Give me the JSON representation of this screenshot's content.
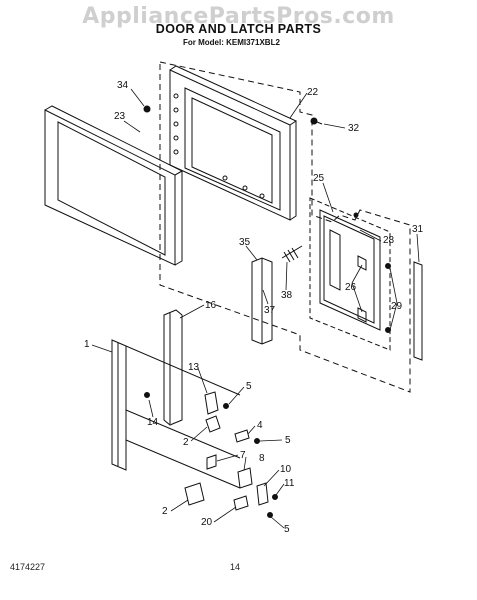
{
  "watermark": "AppliancePartsPros.com",
  "title": "DOOR AND LATCH PARTS",
  "subtitle": "For Model: KEMI371XBL2",
  "doc_number": "4174227",
  "page_number": "14",
  "callouts": {
    "c34": "34",
    "c23": "23",
    "c22": "22",
    "c32": "32",
    "c25": "25",
    "c35": "35",
    "c28": "28",
    "c31": "31",
    "c26": "26",
    "c29": "29",
    "c38": "38",
    "c37": "37",
    "c16": "16",
    "c1": "1",
    "c13": "13",
    "c5a": "5",
    "c14": "14",
    "c4": "4",
    "c5b": "5",
    "c2a": "2",
    "c7": "7",
    "c8": "8",
    "c10": "10",
    "c11": "11",
    "c2b": "2",
    "c20": "20",
    "c5c": "5"
  }
}
